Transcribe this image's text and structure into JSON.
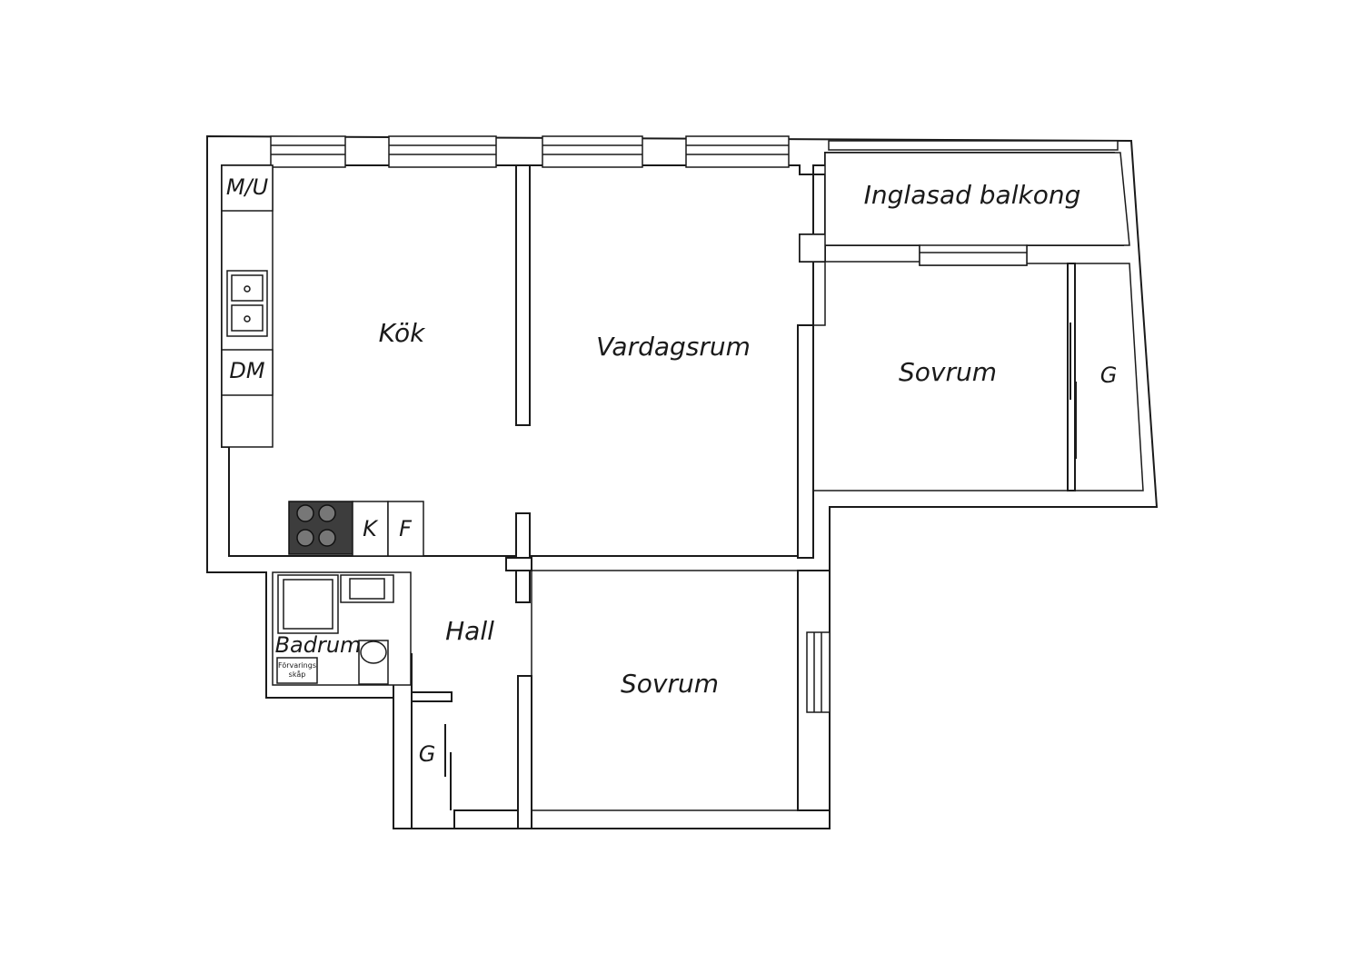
{
  "rooms": {
    "kitchen": "Kök",
    "living_room": "Vardagsrum",
    "balcony": "Inglasad balkong",
    "bedroom_upper": "Sovrum",
    "bedroom_lower": "Sovrum",
    "hall": "Hall",
    "bathroom": "Badrum"
  },
  "fixtures": {
    "microwave": "M/U",
    "dishwasher": "DM",
    "fridge": "K",
    "freezer": "F",
    "wardrobe_upper": "G",
    "wardrobe_lower": "G",
    "storage_cabinet_line1": "Förvarings",
    "storage_cabinet_line2": "skåp"
  }
}
